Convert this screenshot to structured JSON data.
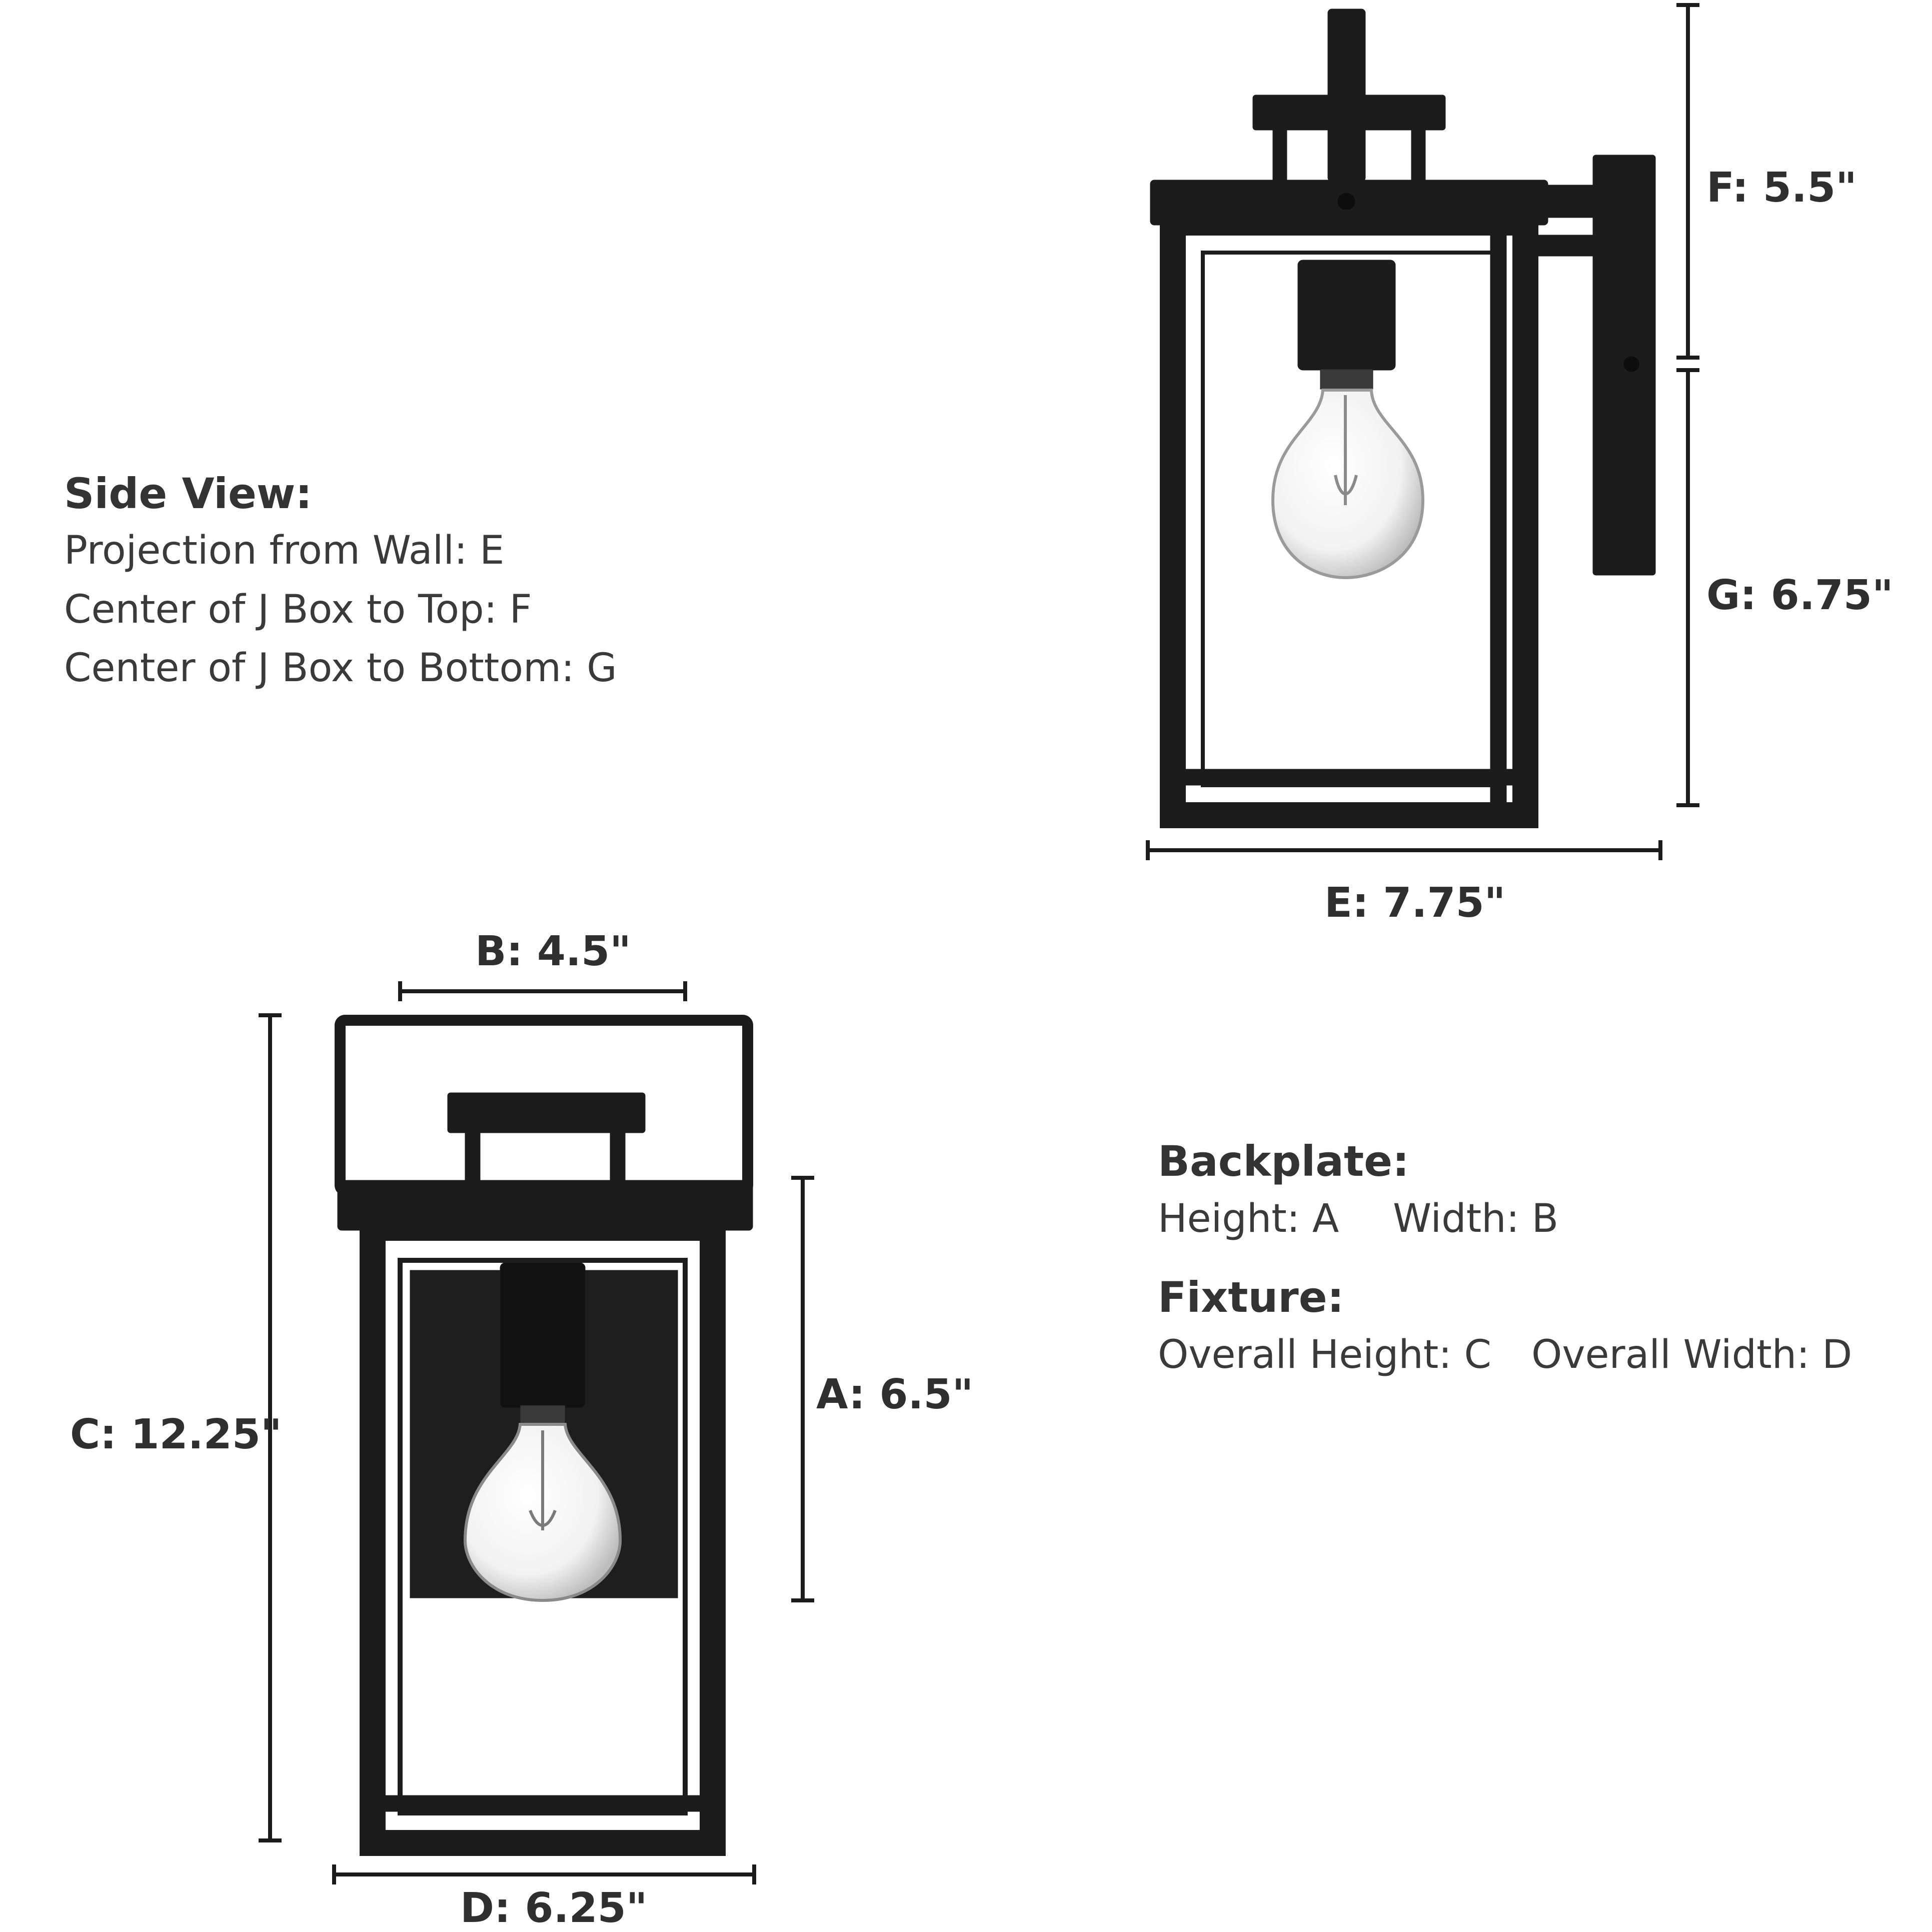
{
  "side_view": {
    "heading": "Side View:",
    "lines": [
      "Projection from Wall: E",
      "Center of J Box to Top: F",
      "Center of J Box to Bottom: G"
    ]
  },
  "backplate": {
    "heading": "Backplate:",
    "height": "Height: A",
    "width": "Width: B"
  },
  "fixture": {
    "heading": "Fixture:",
    "height": "Overall Height: C",
    "width": "Overall Width: D"
  },
  "dimensions": {
    "A": "A: 6.5\"",
    "B": "B: 4.5\"",
    "C": "C: 12.25\"",
    "D": "D: 6.25\"",
    "E": "E: 7.75\"",
    "F": "F: 5.5\"",
    "G": "G: 6.75\""
  },
  "colors": {
    "frame": "#1c1c1c",
    "text": "#333333",
    "glass": "#ffffff"
  }
}
